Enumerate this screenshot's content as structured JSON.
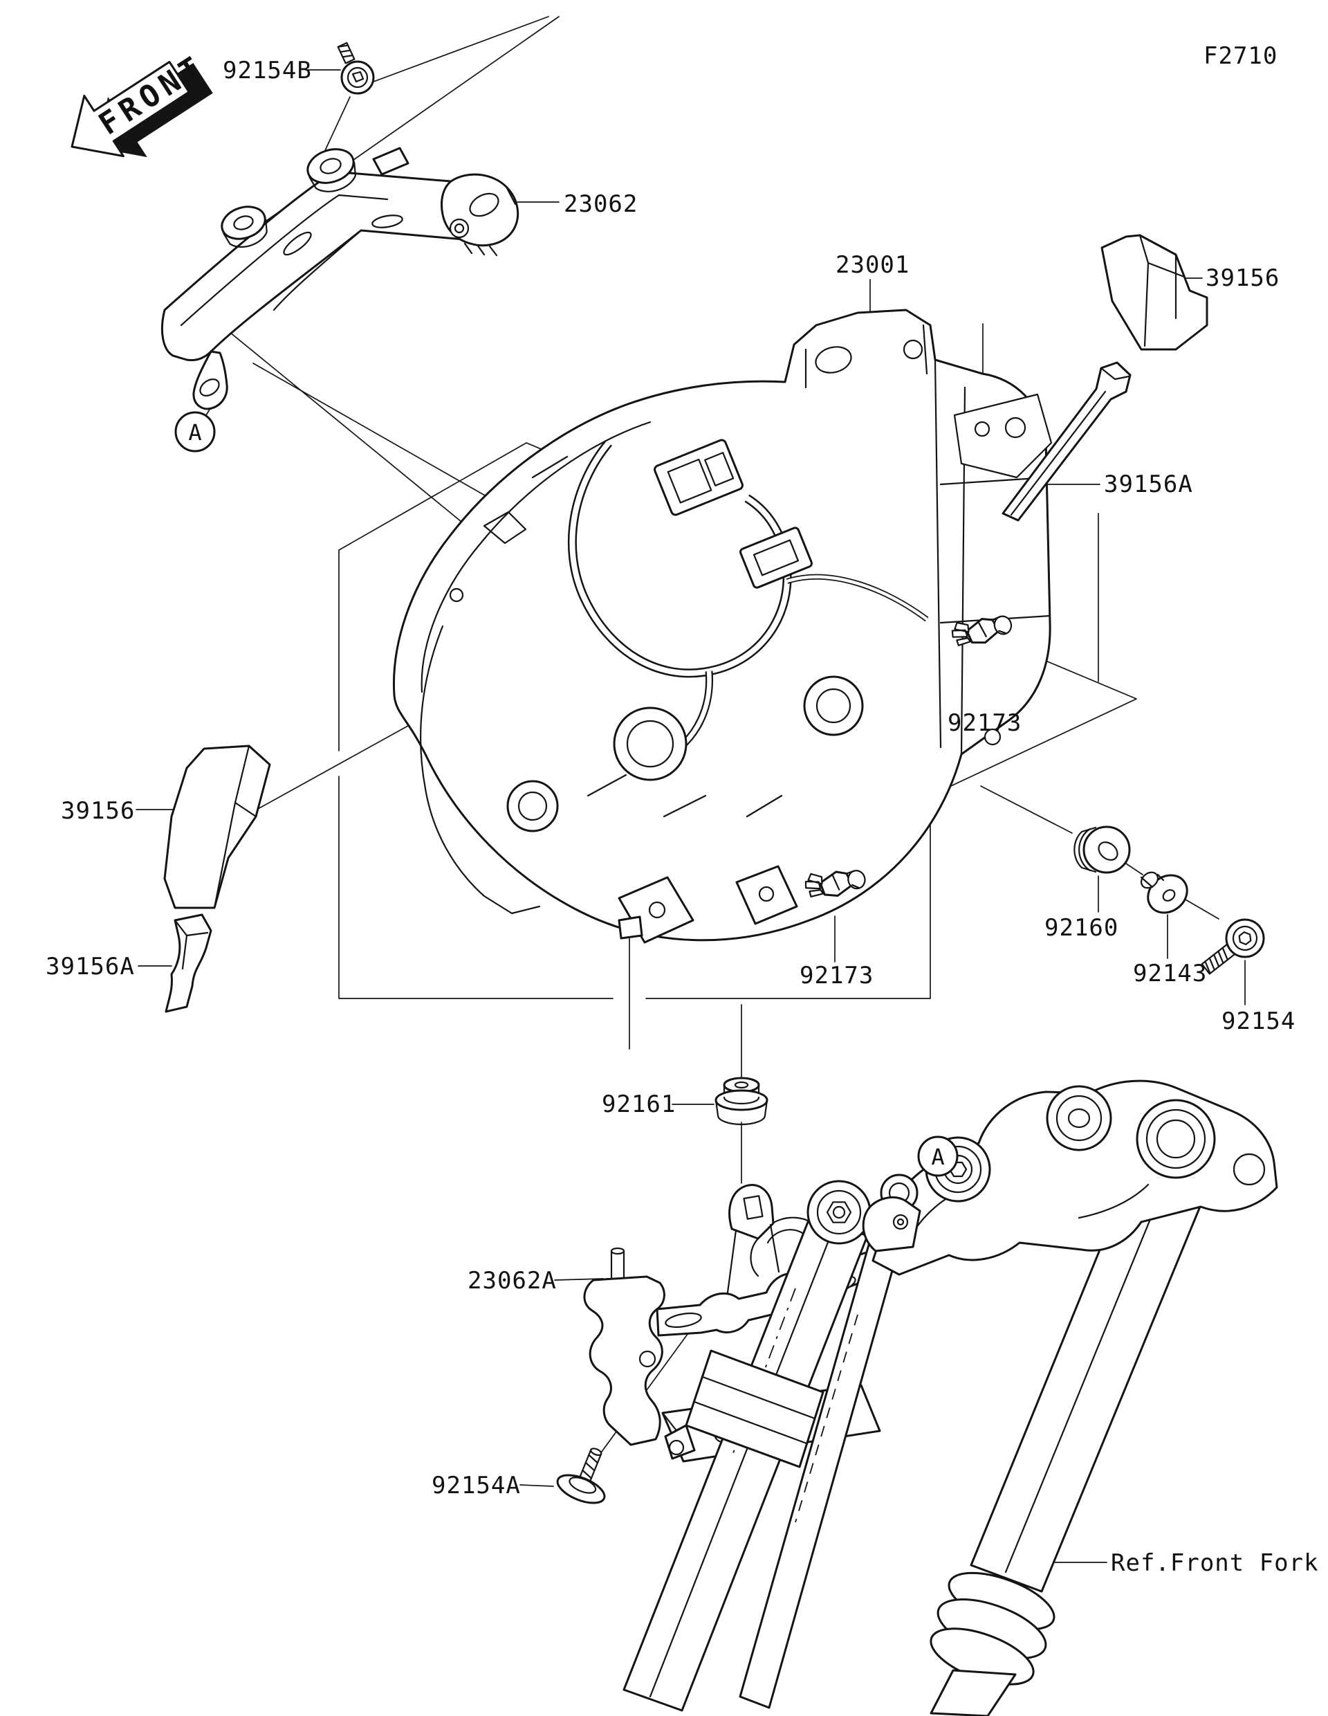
{
  "figure": {
    "code": "F2710"
  },
  "front_marker": {
    "label": "FRONT"
  },
  "callouts": {
    "view_a_top": "A",
    "view_a_fork": "A"
  },
  "labels": {
    "screw_92154B": "92154B",
    "clamp_23062": "23062",
    "headlamp_23001": "23001",
    "pad_39156_right": "39156",
    "pad_39156A_right": "39156A",
    "pad_39156_left": "39156",
    "pad_39156A_left": "39156A",
    "clip_92173_upper": "92173",
    "clip_92173_lower": "92173",
    "damper_92160": "92160",
    "collar_92143": "92143",
    "screw_92154": "92154",
    "damper_92161": "92161",
    "bracket_23062A": "23062A",
    "screw_92154A": "92154A",
    "ref_front_fork": "Ref.Front Fork"
  }
}
